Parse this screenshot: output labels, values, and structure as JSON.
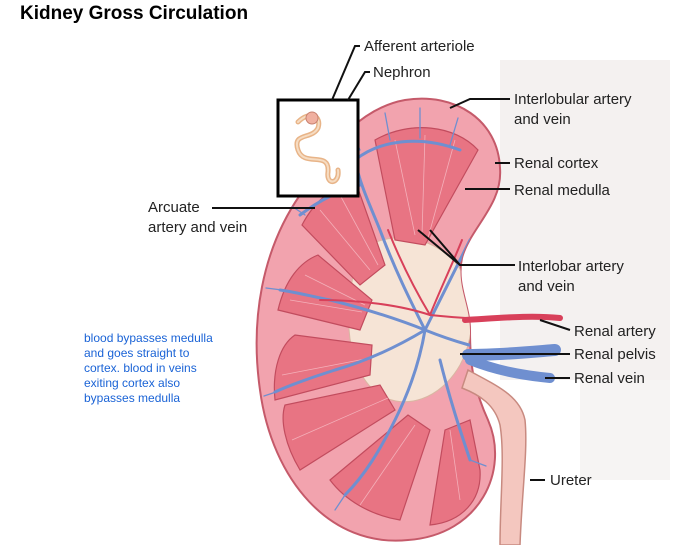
{
  "title": "Kidney Gross Circulation",
  "labels": {
    "afferent_arteriole": "Afferent arteriole",
    "nephron": "Nephron",
    "interlobular_line1": "Interlobular artery",
    "interlobular_line2": "and vein",
    "renal_cortex": "Renal cortex",
    "renal_medulla": "Renal medulla",
    "arcuate_line1": "Arcuate",
    "arcuate_line2": "artery and vein",
    "interlobar_line1": "Interlobar artery",
    "interlobar_line2": "and vein",
    "renal_artery": "Renal artery",
    "renal_pelvis": "Renal pelvis",
    "renal_vein": "Renal vein",
    "ureter": "Ureter"
  },
  "note": {
    "lines": [
      "blood bypasses medulla",
      "and goes straight to",
      "cortex. blood in veins",
      "exiting cortex also",
      "bypasses medulla"
    ]
  },
  "colors": {
    "cortex": "#f2a3ae",
    "medulla": "#e87483",
    "vein": "#6f8fd0",
    "note_text": "#1a63d6"
  }
}
